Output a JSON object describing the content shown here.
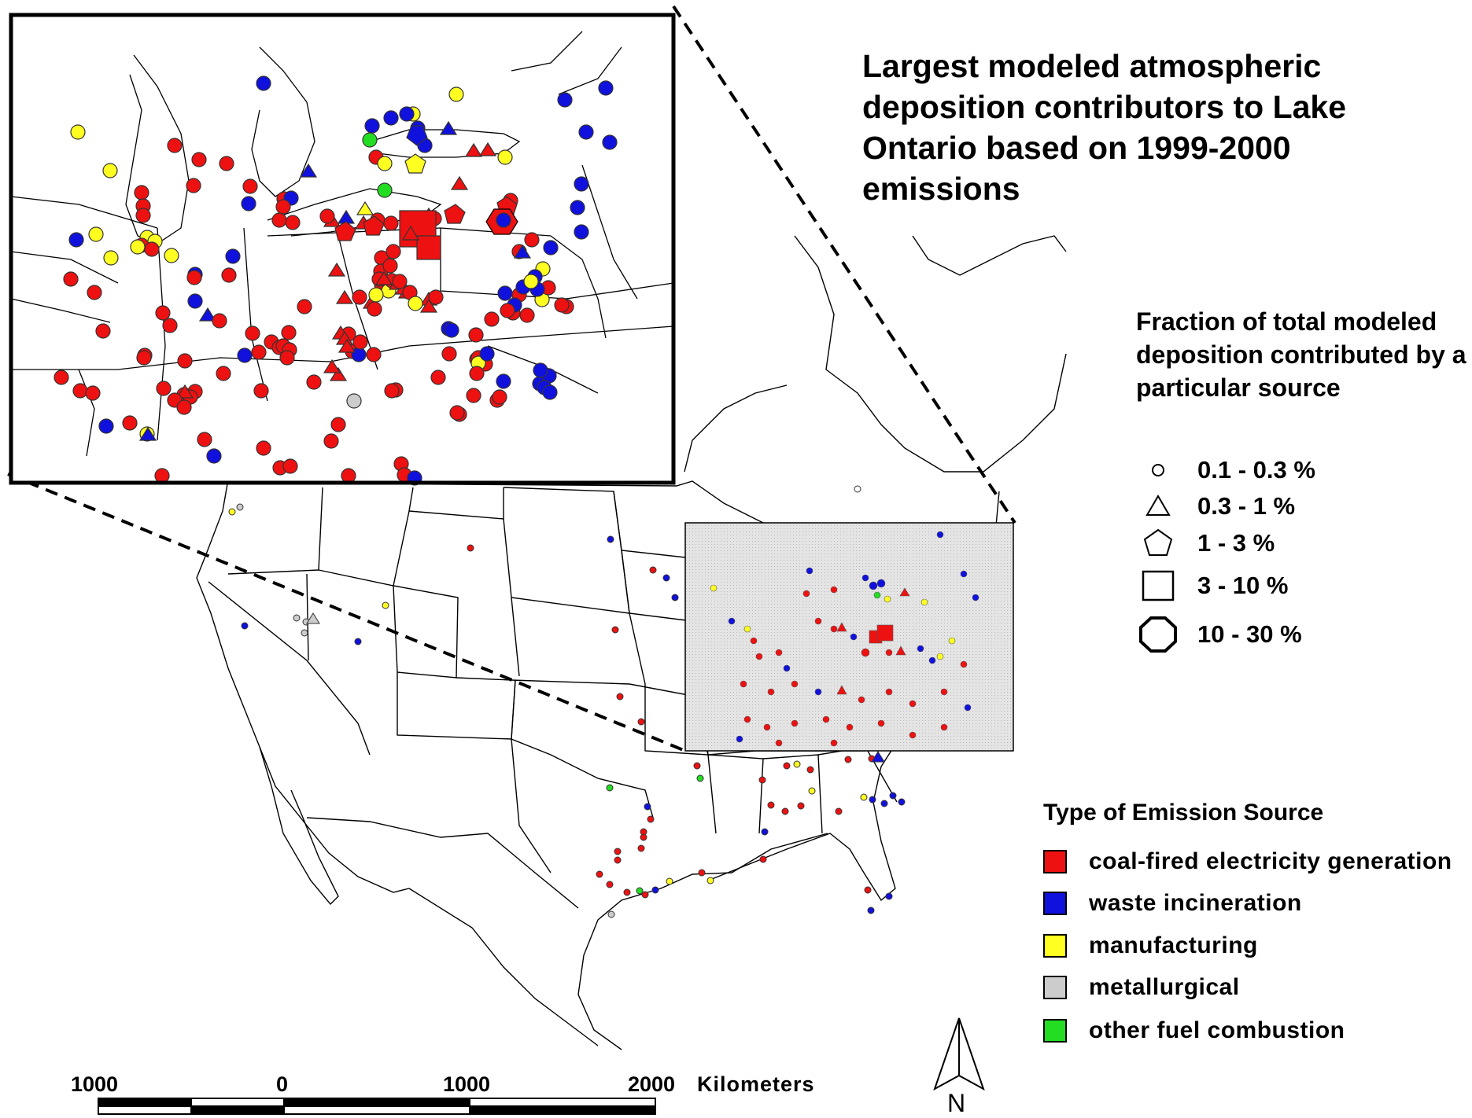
{
  "title": "Largest modeled atmospheric deposition contributors to Lake Ontario based on 1999-2000 emissions",
  "size_legend": {
    "title": "Fraction of total modeled deposition contributed by a particular source",
    "items": [
      {
        "shape": "circle",
        "label": "0.1 - 0.3 %"
      },
      {
        "shape": "triangle",
        "label": "0.3 - 1 %"
      },
      {
        "shape": "pentagon",
        "label": "1 - 3 %"
      },
      {
        "shape": "square",
        "label": "3 - 10 %"
      },
      {
        "shape": "octagon",
        "label": "10 - 30 %"
      }
    ]
  },
  "type_legend": {
    "title": "Type of Emission Source",
    "items": [
      {
        "color": "#ee1111",
        "label": "coal-fired electricity generation"
      },
      {
        "color": "#1111dd",
        "label": "waste incineration"
      },
      {
        "color": "#ffff22",
        "label": "manufacturing"
      },
      {
        "color": "#cccccc",
        "label": "metallurgical"
      },
      {
        "color": "#22dd22",
        "label": "other fuel combustion"
      }
    ]
  },
  "scale_bar": {
    "ticks": [
      "1000",
      "0",
      "1000",
      "2000"
    ],
    "unit": "Kilometers"
  },
  "north_arrow": {
    "label": "N"
  }
}
